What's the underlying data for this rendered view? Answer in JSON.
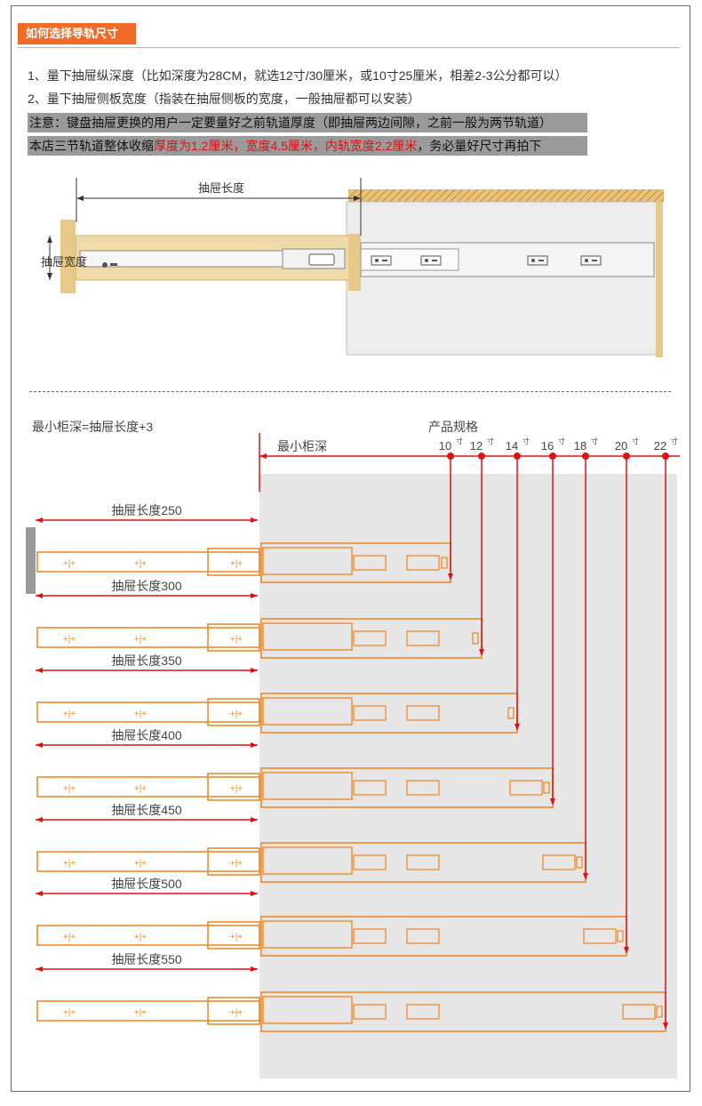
{
  "header": {
    "title": "如何选择导轨尺寸"
  },
  "instructions": {
    "line1": "1、量下抽屉纵深度（比如深度为28CM，就选12寸/30厘米，或10寸25厘米，相差2-3公分都可以）",
    "line2": "2、量下抽屉侧板宽度（指装在抽屉侧板的宽度，一般抽屉都可以安装）",
    "note": "注意：键盘抽屉更换的用户一定要量好之前轨道厚度（即抽屉两边间隙，之前一般为两节轨道）",
    "note2_prefix": "本店三节轨道整体收缩",
    "note2_highlight": "厚度为1.2厘米，宽度4.5厘米，内轨宽度2.2厘米",
    "note2_suffix": "，务必量好尺寸再拍下"
  },
  "top_diagram": {
    "length_label": "抽屉长度",
    "width_label": "抽屉宽度"
  },
  "size_chart": {
    "formula": "最小柜深=抽屉长度+3",
    "spec_title": "产品规格",
    "min_depth_label": "最小柜深",
    "unit": "寸",
    "sizes": [
      "10",
      "12",
      "14",
      "16",
      "18",
      "20",
      "22"
    ],
    "drawer_lengths": [
      "抽屉长度250",
      "抽屉长度300",
      "抽屉长度350",
      "抽屉长度400",
      "抽屉长度450",
      "抽屉长度500",
      "抽屉长度550"
    ]
  },
  "colors": {
    "accent": "#f16a26",
    "rail": "#ee8a2a",
    "arrow": "#e01010",
    "wood": "#e7c98a",
    "cabinet": "#ececec"
  }
}
